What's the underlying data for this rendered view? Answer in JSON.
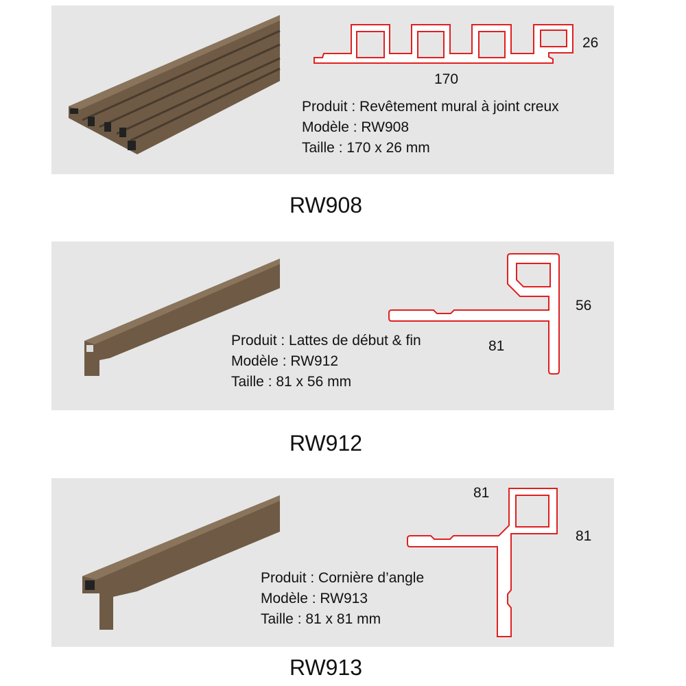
{
  "products": [
    {
      "code": "RW908",
      "product_line": "Produit : Revêtement mural à joint creux",
      "model_line": "Modèle : RW908",
      "size_line": "Taille : 170 x 26 mm",
      "dim_width": "170",
      "dim_height": "26"
    },
    {
      "code": "RW912",
      "product_line": "Produit : Lattes de début & fin",
      "model_line": "Modèle : RW912",
      "size_line": "Taille : 81 x 56 mm",
      "dim_width": "81",
      "dim_height": "56"
    },
    {
      "code": "RW913",
      "product_line": "Produit : Cornière d’angle",
      "model_line": "Modèle : RW913",
      "size_line": "Taille : 81 x 81 mm",
      "dim_width": "81",
      "dim_height": "81"
    }
  ],
  "colors": {
    "panel": "#e6e6e6",
    "wood": "#6e5a45",
    "outline": "#e02020"
  }
}
